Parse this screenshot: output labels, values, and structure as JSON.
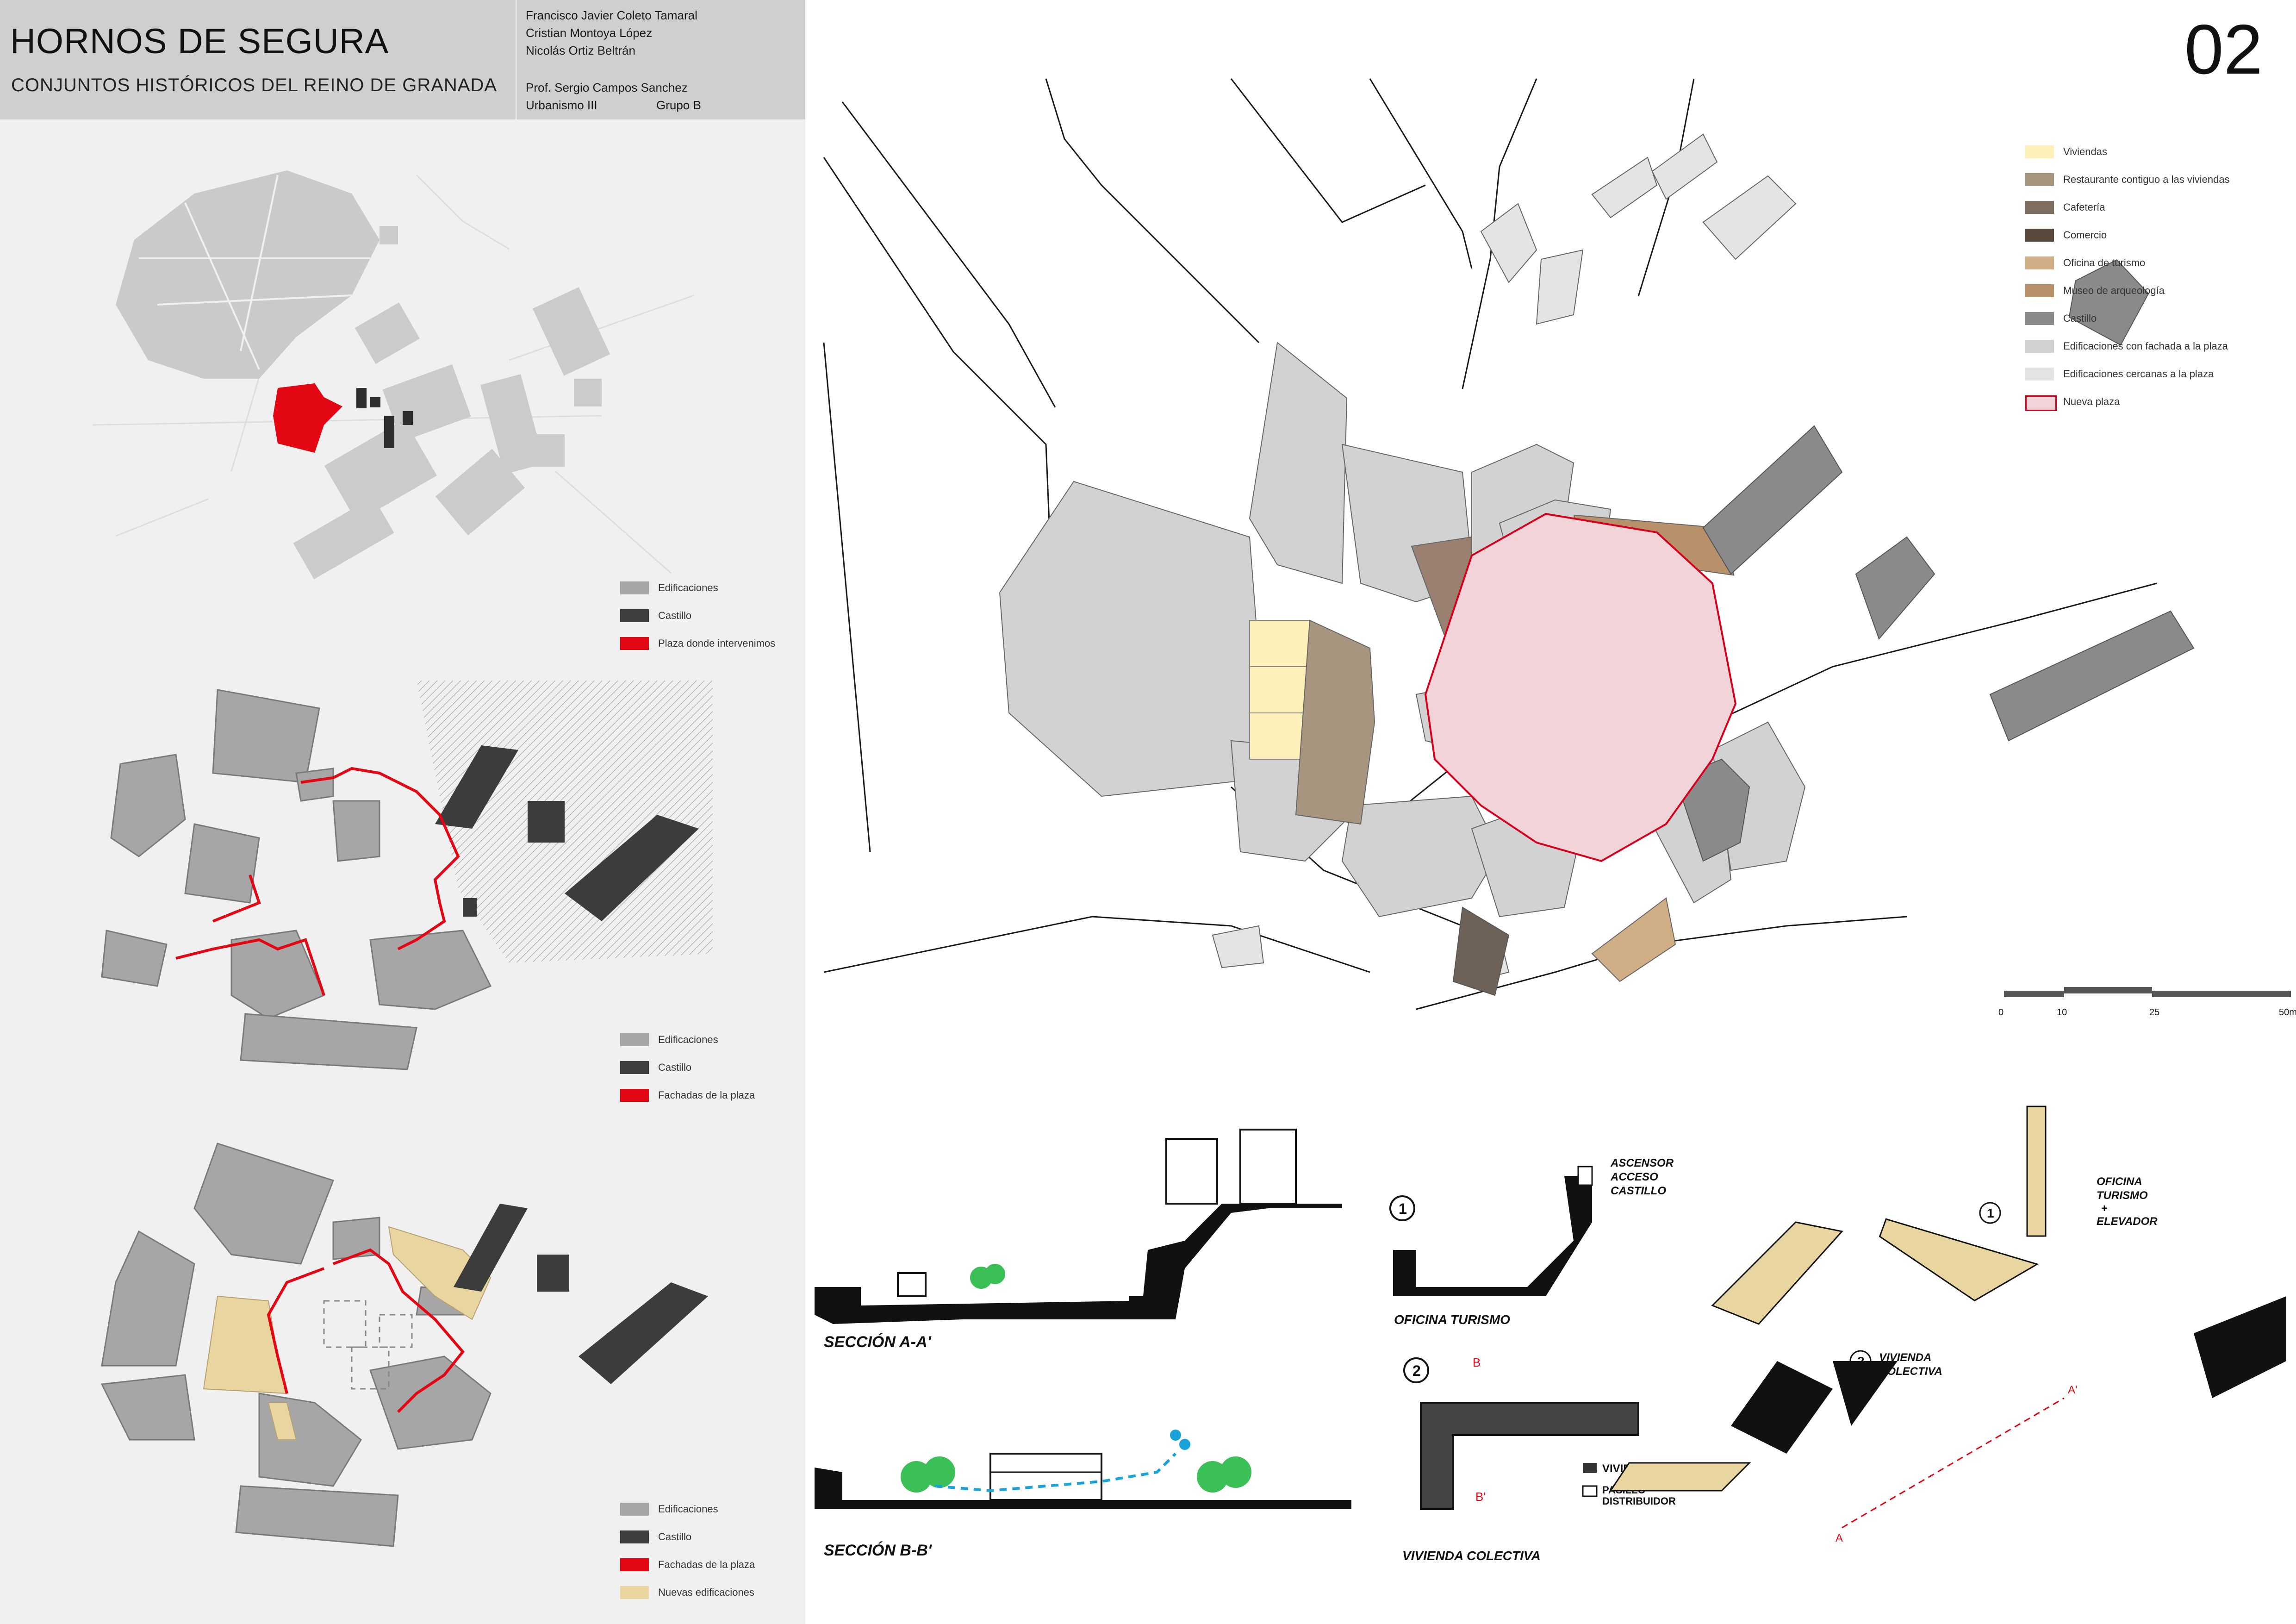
{
  "header": {
    "title": "HORNOS DE SEGURA",
    "subtitle": "CONJUNTOS HISTÓRICOS DEL REINO DE GRANADA",
    "authors": [
      "Francisco Javier Coleto Tamaral",
      "Cristian Montoya López",
      "Nicolás Ortiz Beltrán"
    ],
    "professor": "Prof. Sergio Campos Sanchez",
    "course": "Urbanismo III",
    "group": "Grupo B"
  },
  "sheet_number": "02",
  "map1": {
    "legend": [
      {
        "label": "Edificaciones",
        "color": "#a6a6a6"
      },
      {
        "label": "Castillo",
        "color": "#3f3f3f"
      },
      {
        "label": "Plaza donde intervenimos",
        "color": "#e30613"
      }
    ]
  },
  "map2": {
    "legend": [
      {
        "label": "Edificaciones",
        "color": "#a6a6a6"
      },
      {
        "label": "Castillo",
        "color": "#3f3f3f"
      },
      {
        "label": "Fachadas de la plaza",
        "color": "#e30613"
      }
    ]
  },
  "map3": {
    "legend": [
      {
        "label": "Edificaciones",
        "color": "#a6a6a6"
      },
      {
        "label": "Castillo",
        "color": "#3f3f3f"
      },
      {
        "label": "Fachadas de la plaza",
        "color": "#e30613"
      },
      {
        "label": "Nuevas edificaciones",
        "color": "#e8d5a0"
      }
    ]
  },
  "main_plan": {
    "legend": [
      {
        "label": "Viviendas",
        "color": "#fdf0b8"
      },
      {
        "label": "Restaurante contiguo a las viviendas",
        "color": "#a79580"
      },
      {
        "label": "Cafetería",
        "color": "#7f6f60"
      },
      {
        "label": "Comercio",
        "color": "#5a4a3e"
      },
      {
        "label": "Oficina de turismo",
        "color": "#cfae86"
      },
      {
        "label": "Museo de arqueología",
        "color": "#b8906a"
      },
      {
        "label": "Castillo",
        "color": "#8a8a8a"
      },
      {
        "label": "Edificaciones con fachada a la plaza",
        "color": "#d2d2d2"
      },
      {
        "label": "Edificaciones cercanas a la plaza",
        "color": "#e4e4e4"
      },
      {
        "label": "Nueva plaza",
        "color": "#f2d4d8",
        "border": "#d6001c"
      }
    ],
    "scale": {
      "ticks": [
        "0",
        "10",
        "25",
        "50m"
      ]
    }
  },
  "sketches": {
    "section_a": "SECCIÓN A-A'",
    "section_b": "SECCIÓN B-B'",
    "oficina_num": "1",
    "oficina_caption": "OFICINA TURISMO",
    "ascensor_note": [
      "ASCENSOR",
      "ACCESO",
      "CASTILLO"
    ],
    "vivienda_num": "2",
    "vivienda_caption": "VIVIENDA COLECTIVA",
    "vivienda_legend": [
      "VIVIENDA",
      "PASILLO",
      "DISTRIBUIDOR"
    ],
    "cut_b": "B",
    "cut_b2": "B'",
    "axo_note_1": [
      "OFICINA",
      "TURISMO",
      "+",
      "ELEVADOR"
    ],
    "axo_note_2": [
      "VIVIENDA",
      "COLECTIVA"
    ],
    "axo_num_1": "1",
    "axo_num_2": "2",
    "axo_cut_a": "A",
    "axo_cut_a2": "A'"
  }
}
